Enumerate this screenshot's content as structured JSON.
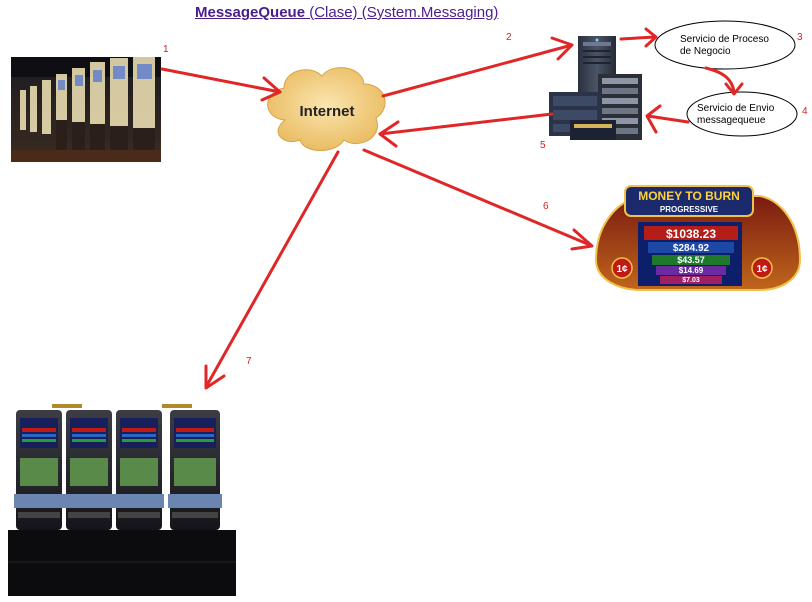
{
  "title": {
    "bold": "MessageQueue",
    "rest": " (Clase) (System.Messaging)",
    "color": "#4b1e8e"
  },
  "internet_label": "Internet",
  "nodes": {
    "business_service_line1": "Servicio de Proceso",
    "business_service_line2": "de Negocio",
    "send_service_line1": "Servicio de Envio",
    "send_service_line2": "messagequeue"
  },
  "steps": [
    "1",
    "2",
    "3",
    "4",
    "5",
    "6",
    "7"
  ],
  "jackpot_sign": {
    "header": "MONEY TO BURN",
    "subheader": "PROGRESSIVE",
    "amounts": [
      "$1038.23",
      "$284.92",
      "$43.57",
      "$14.69",
      "$7.03"
    ],
    "denomination": "1¢"
  },
  "colors": {
    "arrow": "#e02626",
    "cloud": "#f3cf88",
    "step_number": "#d82020"
  }
}
